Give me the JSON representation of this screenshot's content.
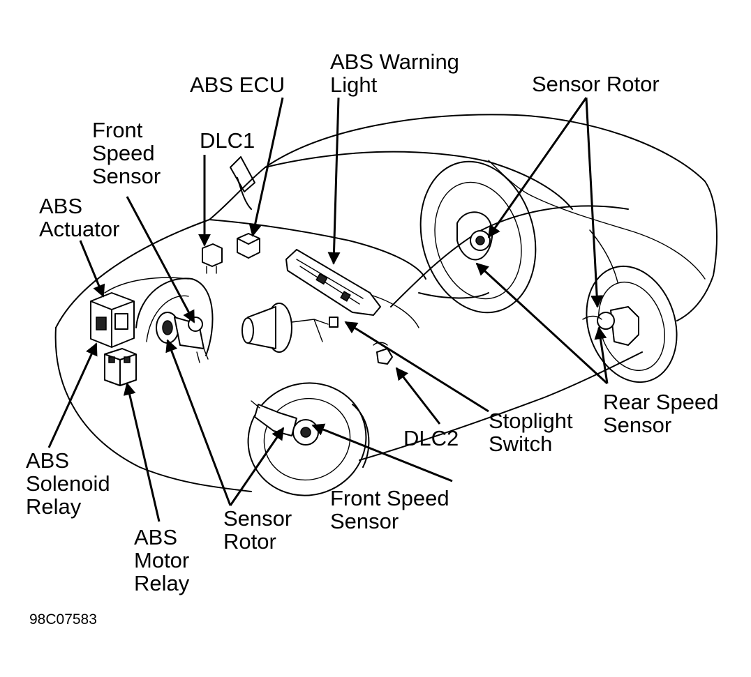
{
  "labels": {
    "abs_warning_light": [
      "ABS Warning",
      "Light"
    ],
    "abs_ecu": [
      "ABS ECU"
    ],
    "sensor_rotor_rear": [
      "Sensor Rotor"
    ],
    "front_speed_sensor_left": [
      "Front",
      "Speed",
      "Sensor"
    ],
    "dlc1": [
      "DLC1"
    ],
    "abs_actuator": [
      "ABS",
      "Actuator"
    ],
    "rear_speed_sensor": [
      "Rear Speed",
      "Sensor"
    ],
    "stoplight_switch": [
      "Stoplight",
      "Switch"
    ],
    "dlc2": [
      "DLC2"
    ],
    "abs_solenoid_relay": [
      "ABS",
      "Solenoid",
      "Relay"
    ],
    "front_speed_sensor_right": [
      "Front Speed",
      "Sensor"
    ],
    "sensor_rotor_front": [
      "Sensor",
      "Rotor"
    ],
    "abs_motor_relay": [
      "ABS",
      "Motor",
      "Relay"
    ]
  },
  "figure_code": "98C07583"
}
